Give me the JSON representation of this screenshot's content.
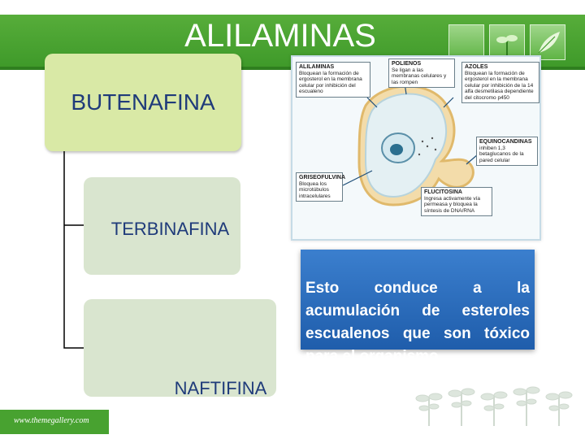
{
  "header": {
    "title": "ALILAMINAS"
  },
  "boxes": {
    "butenafina": "BUTENAFINA",
    "terbinafina": "TERBINAFINA",
    "naftifina": "NAFTIFINA"
  },
  "diagram": {
    "alilaminas": {
      "title": "ALILAMINAS",
      "text": "Bloquean la formación de ergosterol en la membrana celular por inhibición del escualeno"
    },
    "polienos": {
      "title": "POLIENOS",
      "text": "Se ligan a las membranas celulares y las rompen"
    },
    "azoles": {
      "title": "AZOLES",
      "text": "Bloquean la formación de ergosterol en la membrana celular por inhibición de la 14 alfa desmetilasa dependiente del citocromo p450"
    },
    "equinocandinas": {
      "title": "EQUINOCANDINAS",
      "text": "inhiben 1,3 betaglucanos de la pared celular"
    },
    "griseofulvina": {
      "title": "GRISEOFULVINA",
      "text": "Bloquea los microtúbulos intracelulares"
    },
    "flucitosina": {
      "title": "FLUCITOSINA",
      "text": "Ingresa activamente vía permeasa y bloquea la síntesis de DNA/RNA"
    }
  },
  "note": {
    "text": "Esto conduce a la acumulación de esteroles escualenos que son tóxico para el organismo."
  },
  "footer": {
    "text": "www.themegallery.com"
  },
  "colors": {
    "header_green": "#4aa533",
    "box_top": "#d9e9a6",
    "box_child": "#d9e5cf",
    "box_text": "#1f3b7a",
    "note_blue": "#2a6cbf"
  }
}
